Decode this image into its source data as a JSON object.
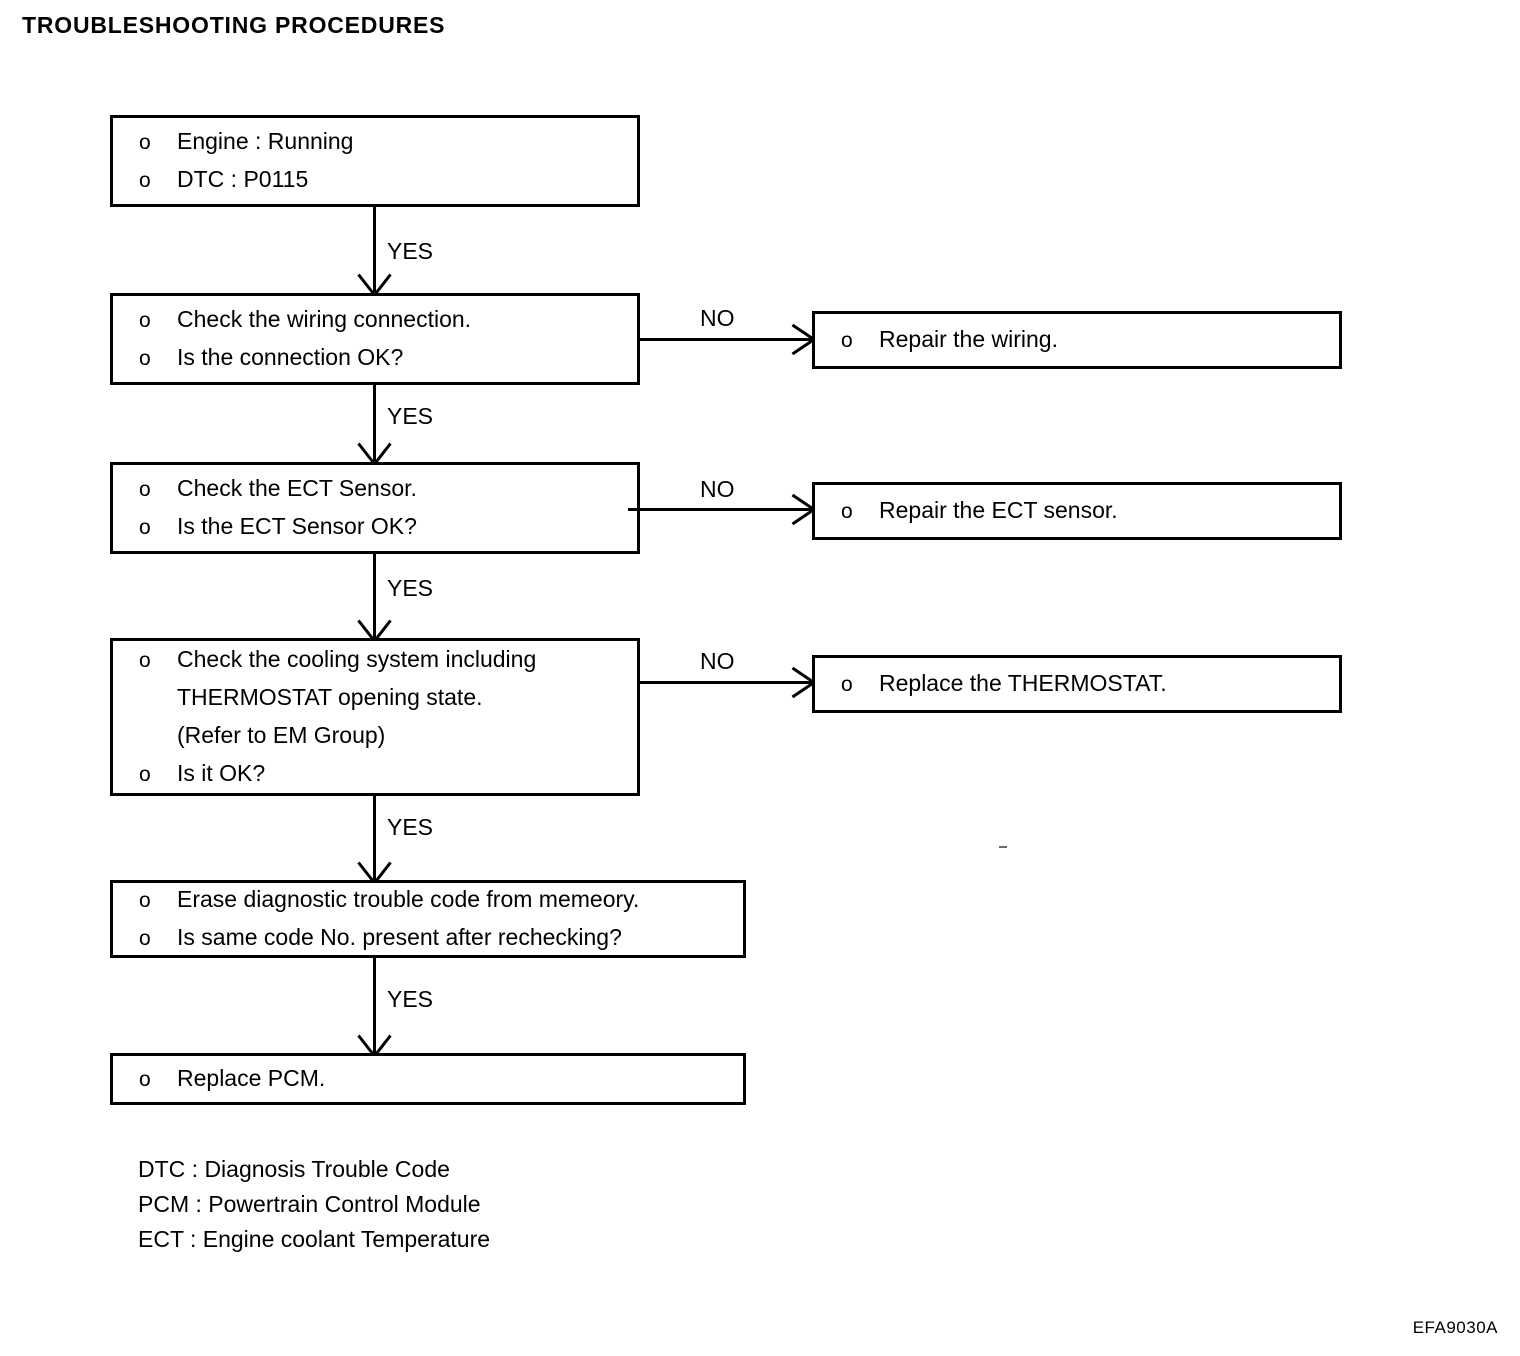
{
  "title": "TROUBLESHOOTING PROCEDURES",
  "footer_code": "EFA9030A",
  "bullet_glyph": "o",
  "edge_labels": {
    "yes": "YES",
    "no": "NO"
  },
  "nodes": {
    "start": {
      "name": "start-condition",
      "lines": [
        {
          "bullet": true,
          "text": "Engine : Running"
        },
        {
          "bullet": true,
          "text": "DTC : P0115"
        }
      ]
    },
    "check_wiring": {
      "name": "check-wiring-connection",
      "lines": [
        {
          "bullet": true,
          "text": "Check the wiring connection."
        },
        {
          "bullet": true,
          "text": "Is the connection OK?"
        }
      ]
    },
    "repair_wiring": {
      "name": "repair-the-wiring",
      "lines": [
        {
          "bullet": true,
          "text": "Repair the wiring."
        }
      ]
    },
    "check_ect": {
      "name": "check-ect-sensor",
      "lines": [
        {
          "bullet": true,
          "text": "Check the ECT Sensor."
        },
        {
          "bullet": true,
          "text": "Is the ECT Sensor OK?"
        }
      ]
    },
    "repair_ect": {
      "name": "repair-the-ect-sensor",
      "lines": [
        {
          "bullet": true,
          "text": "Repair the ECT sensor."
        }
      ]
    },
    "check_cooling": {
      "name": "check-cooling-system",
      "lines": [
        {
          "bullet": true,
          "text": "Check the cooling system including"
        },
        {
          "bullet": false,
          "text": "THERMOSTAT opening state."
        },
        {
          "bullet": false,
          "text": "(Refer to EM Group)"
        },
        {
          "bullet": true,
          "text": "Is it OK?"
        }
      ]
    },
    "replace_thermostat": {
      "name": "replace-the-thermostat",
      "lines": [
        {
          "bullet": true,
          "text": "Replace the THERMOSTAT."
        }
      ]
    },
    "erase_code": {
      "name": "erase-diagnostic-trouble-code",
      "lines": [
        {
          "bullet": true,
          "text": "Erase diagnostic trouble code from memeory."
        },
        {
          "bullet": true,
          "text": "Is same code No. present after rechecking?"
        }
      ]
    },
    "replace_pcm": {
      "name": "replace-pcm",
      "lines": [
        {
          "bullet": true,
          "text": "Replace PCM."
        }
      ]
    }
  },
  "legend": [
    "DTC : Diagnosis Trouble Code",
    "PCM : Powertrain Control Module",
    "ECT : Engine coolant Temperature"
  ]
}
